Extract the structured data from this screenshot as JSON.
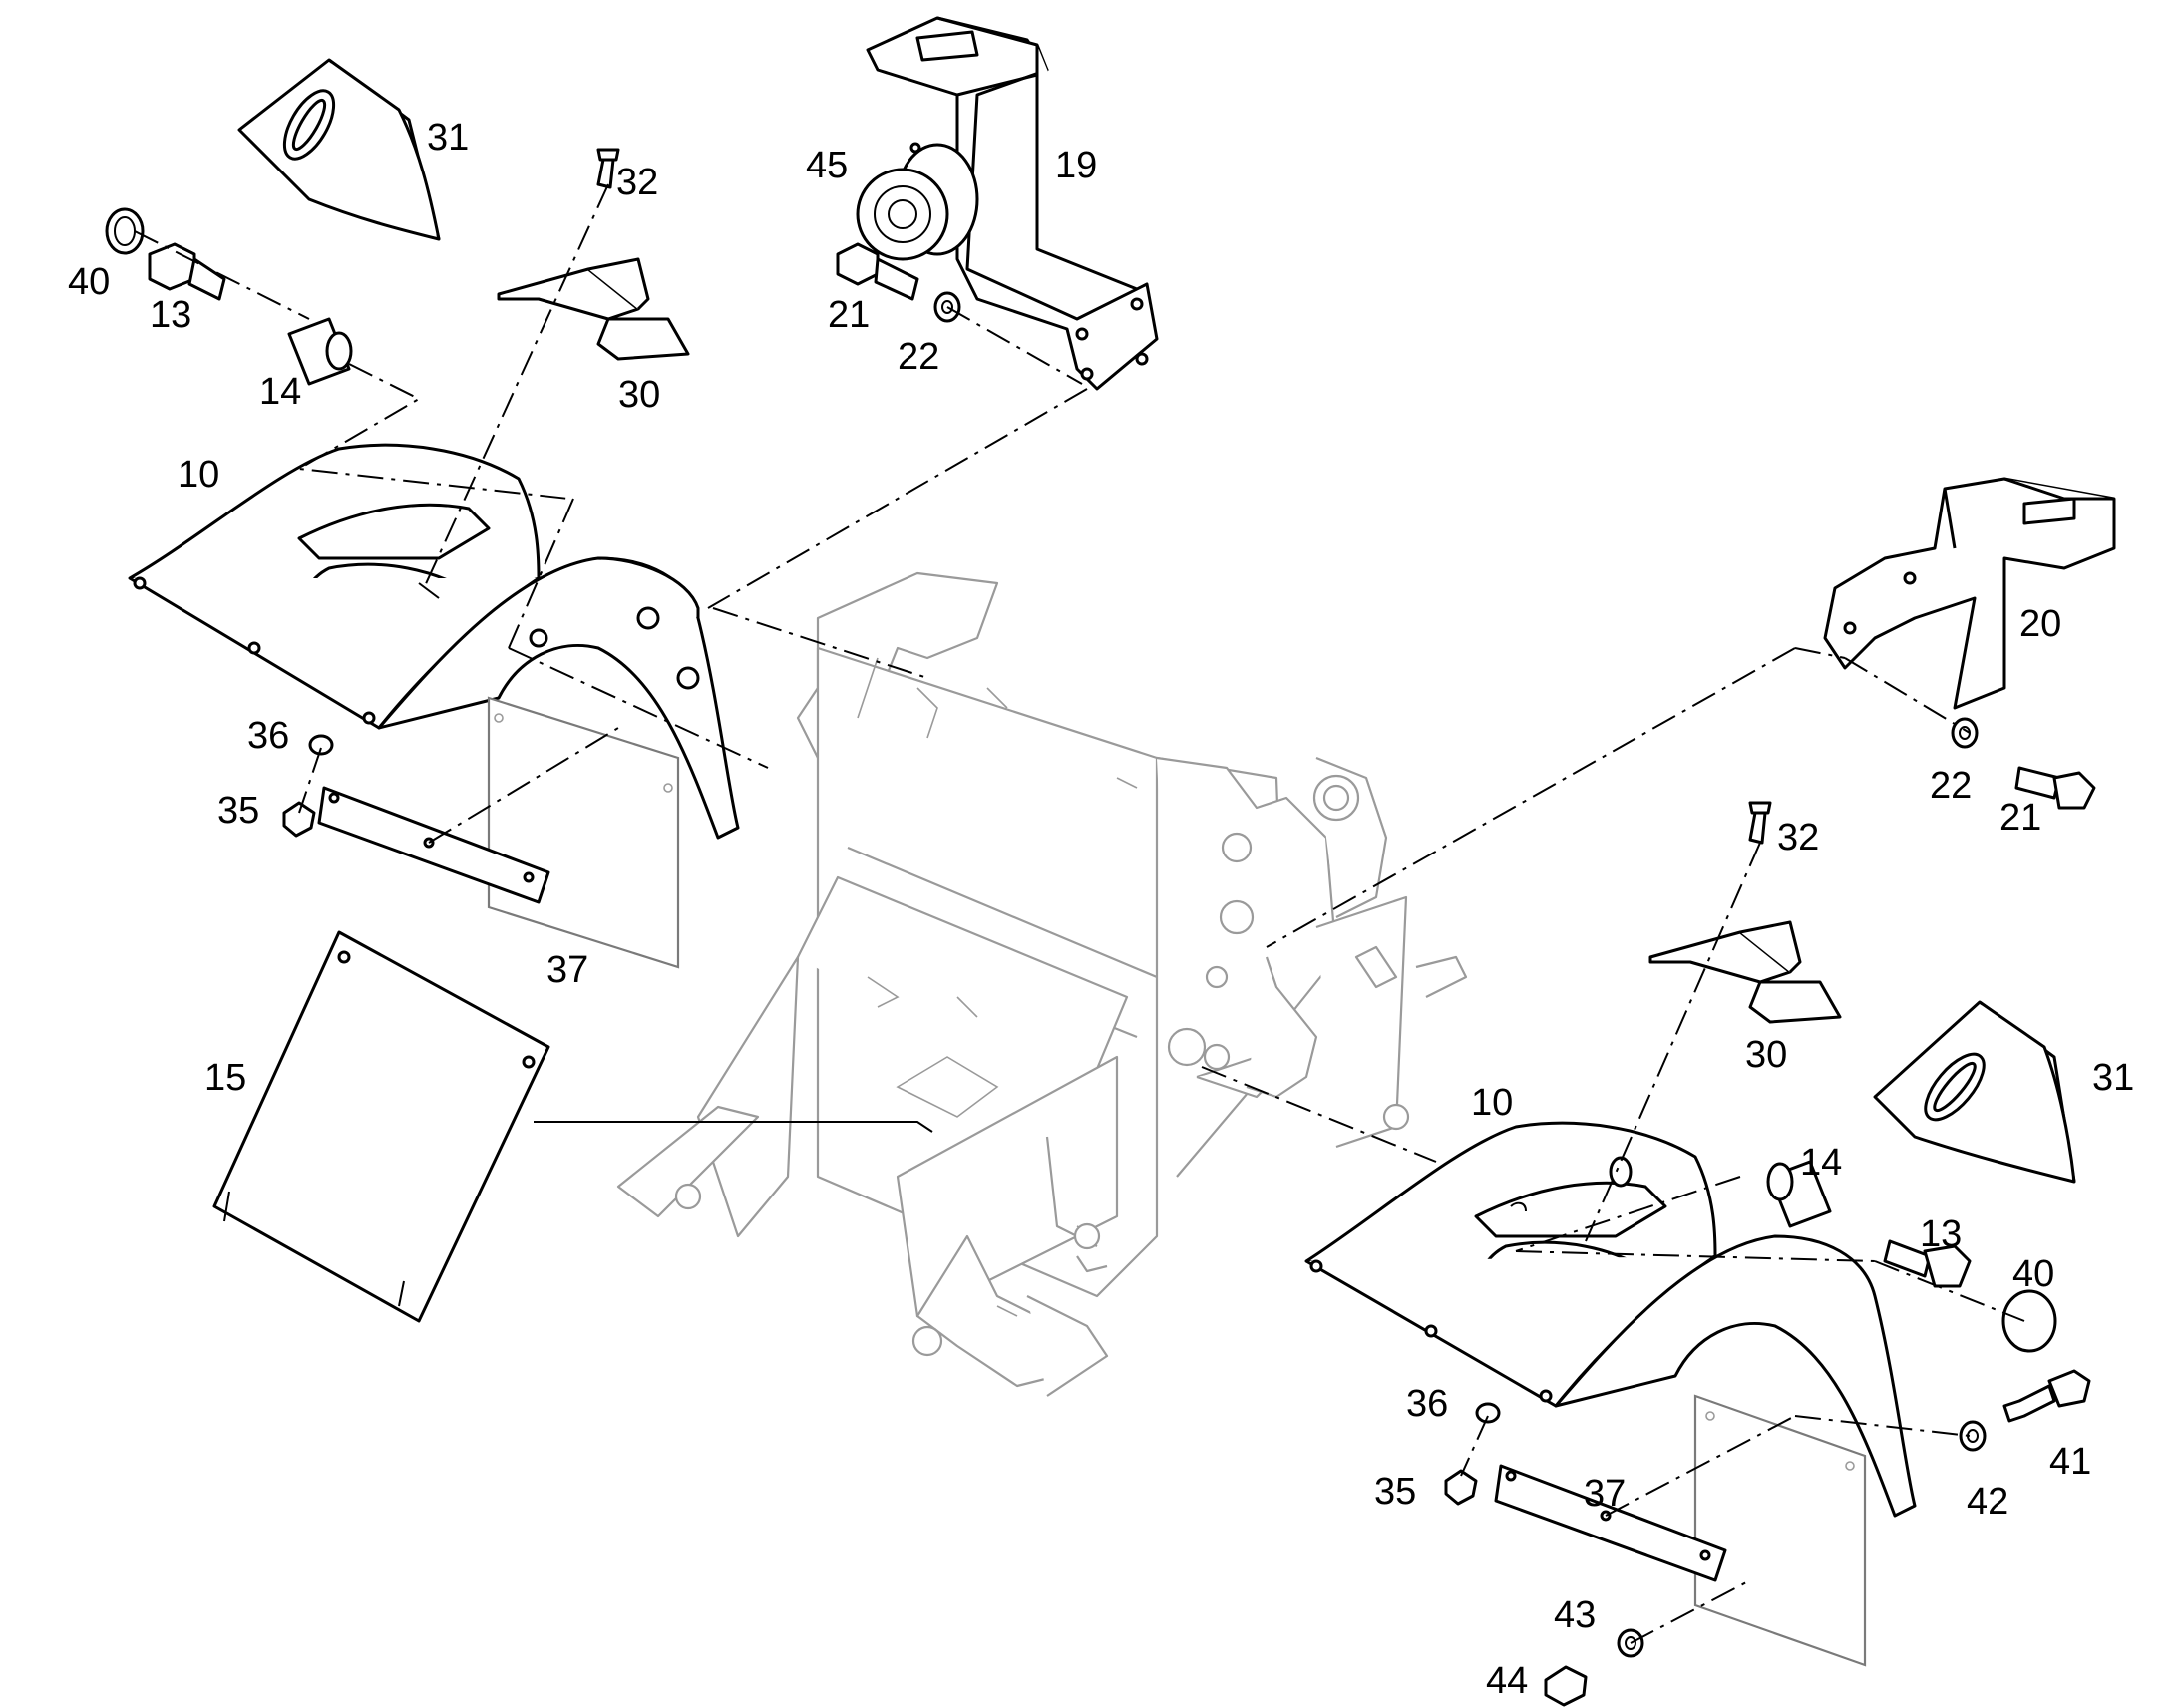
{
  "diagram": {
    "callouts": [
      {
        "id": "c31a",
        "text": "31"
      },
      {
        "id": "c32a",
        "text": "32"
      },
      {
        "id": "c45",
        "text": "45"
      },
      {
        "id": "c19",
        "text": "19"
      },
      {
        "id": "c40a",
        "text": "40"
      },
      {
        "id": "c13a",
        "text": "13"
      },
      {
        "id": "c21a",
        "text": "21"
      },
      {
        "id": "c22a",
        "text": "22"
      },
      {
        "id": "c14a",
        "text": "14"
      },
      {
        "id": "c30a",
        "text": "30"
      },
      {
        "id": "c10a",
        "text": "10"
      },
      {
        "id": "c20",
        "text": "20"
      },
      {
        "id": "c36a",
        "text": "36"
      },
      {
        "id": "c35a",
        "text": "35"
      },
      {
        "id": "c22b",
        "text": "22"
      },
      {
        "id": "c21b",
        "text": "21"
      },
      {
        "id": "c32b",
        "text": "32"
      },
      {
        "id": "c37a",
        "text": "37"
      },
      {
        "id": "c15",
        "text": "15"
      },
      {
        "id": "c30b",
        "text": "30"
      },
      {
        "id": "c31b",
        "text": "31"
      },
      {
        "id": "c10b",
        "text": "10"
      },
      {
        "id": "c14b",
        "text": "14"
      },
      {
        "id": "c13b",
        "text": "13"
      },
      {
        "id": "c40b",
        "text": "40"
      },
      {
        "id": "c36b",
        "text": "36"
      },
      {
        "id": "c37b",
        "text": "37"
      },
      {
        "id": "c41",
        "text": "41"
      },
      {
        "id": "c35b",
        "text": "35"
      },
      {
        "id": "c42",
        "text": "42"
      },
      {
        "id": "c43",
        "text": "43"
      },
      {
        "id": "c44",
        "text": "44"
      }
    ]
  }
}
